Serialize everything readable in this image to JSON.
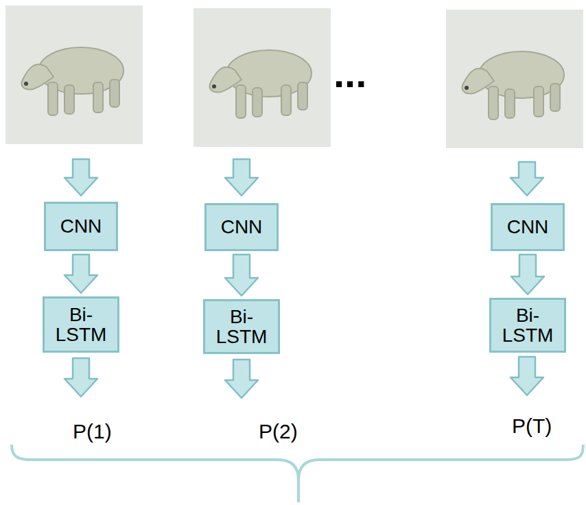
{
  "diagram": {
    "nodes": [
      {
        "text": [
          "CNN"
        ]
      },
      {
        "text": [
          "CNN"
        ]
      },
      {
        "text": [
          "CNN"
        ]
      },
      {
        "text": [
          "Bi- LSTM"
        ]
      },
      {
        "text": [
          "Bi- LSTM"
        ]
      },
      {
        "text": [
          "Bi- LSTM"
        ]
      }
    ],
    "edges": [
      {
        "from": 0,
        "to": 3,
        "arrow": "to"
      },
      {
        "from": 1,
        "to": 4,
        "arrow": "to"
      },
      {
        "from": 2,
        "to": 5,
        "arrow": "to"
      }
    ],
    "labels": [
      "...",
      "P(1)",
      "P(2)",
      "P(T)"
    ]
  }
}
